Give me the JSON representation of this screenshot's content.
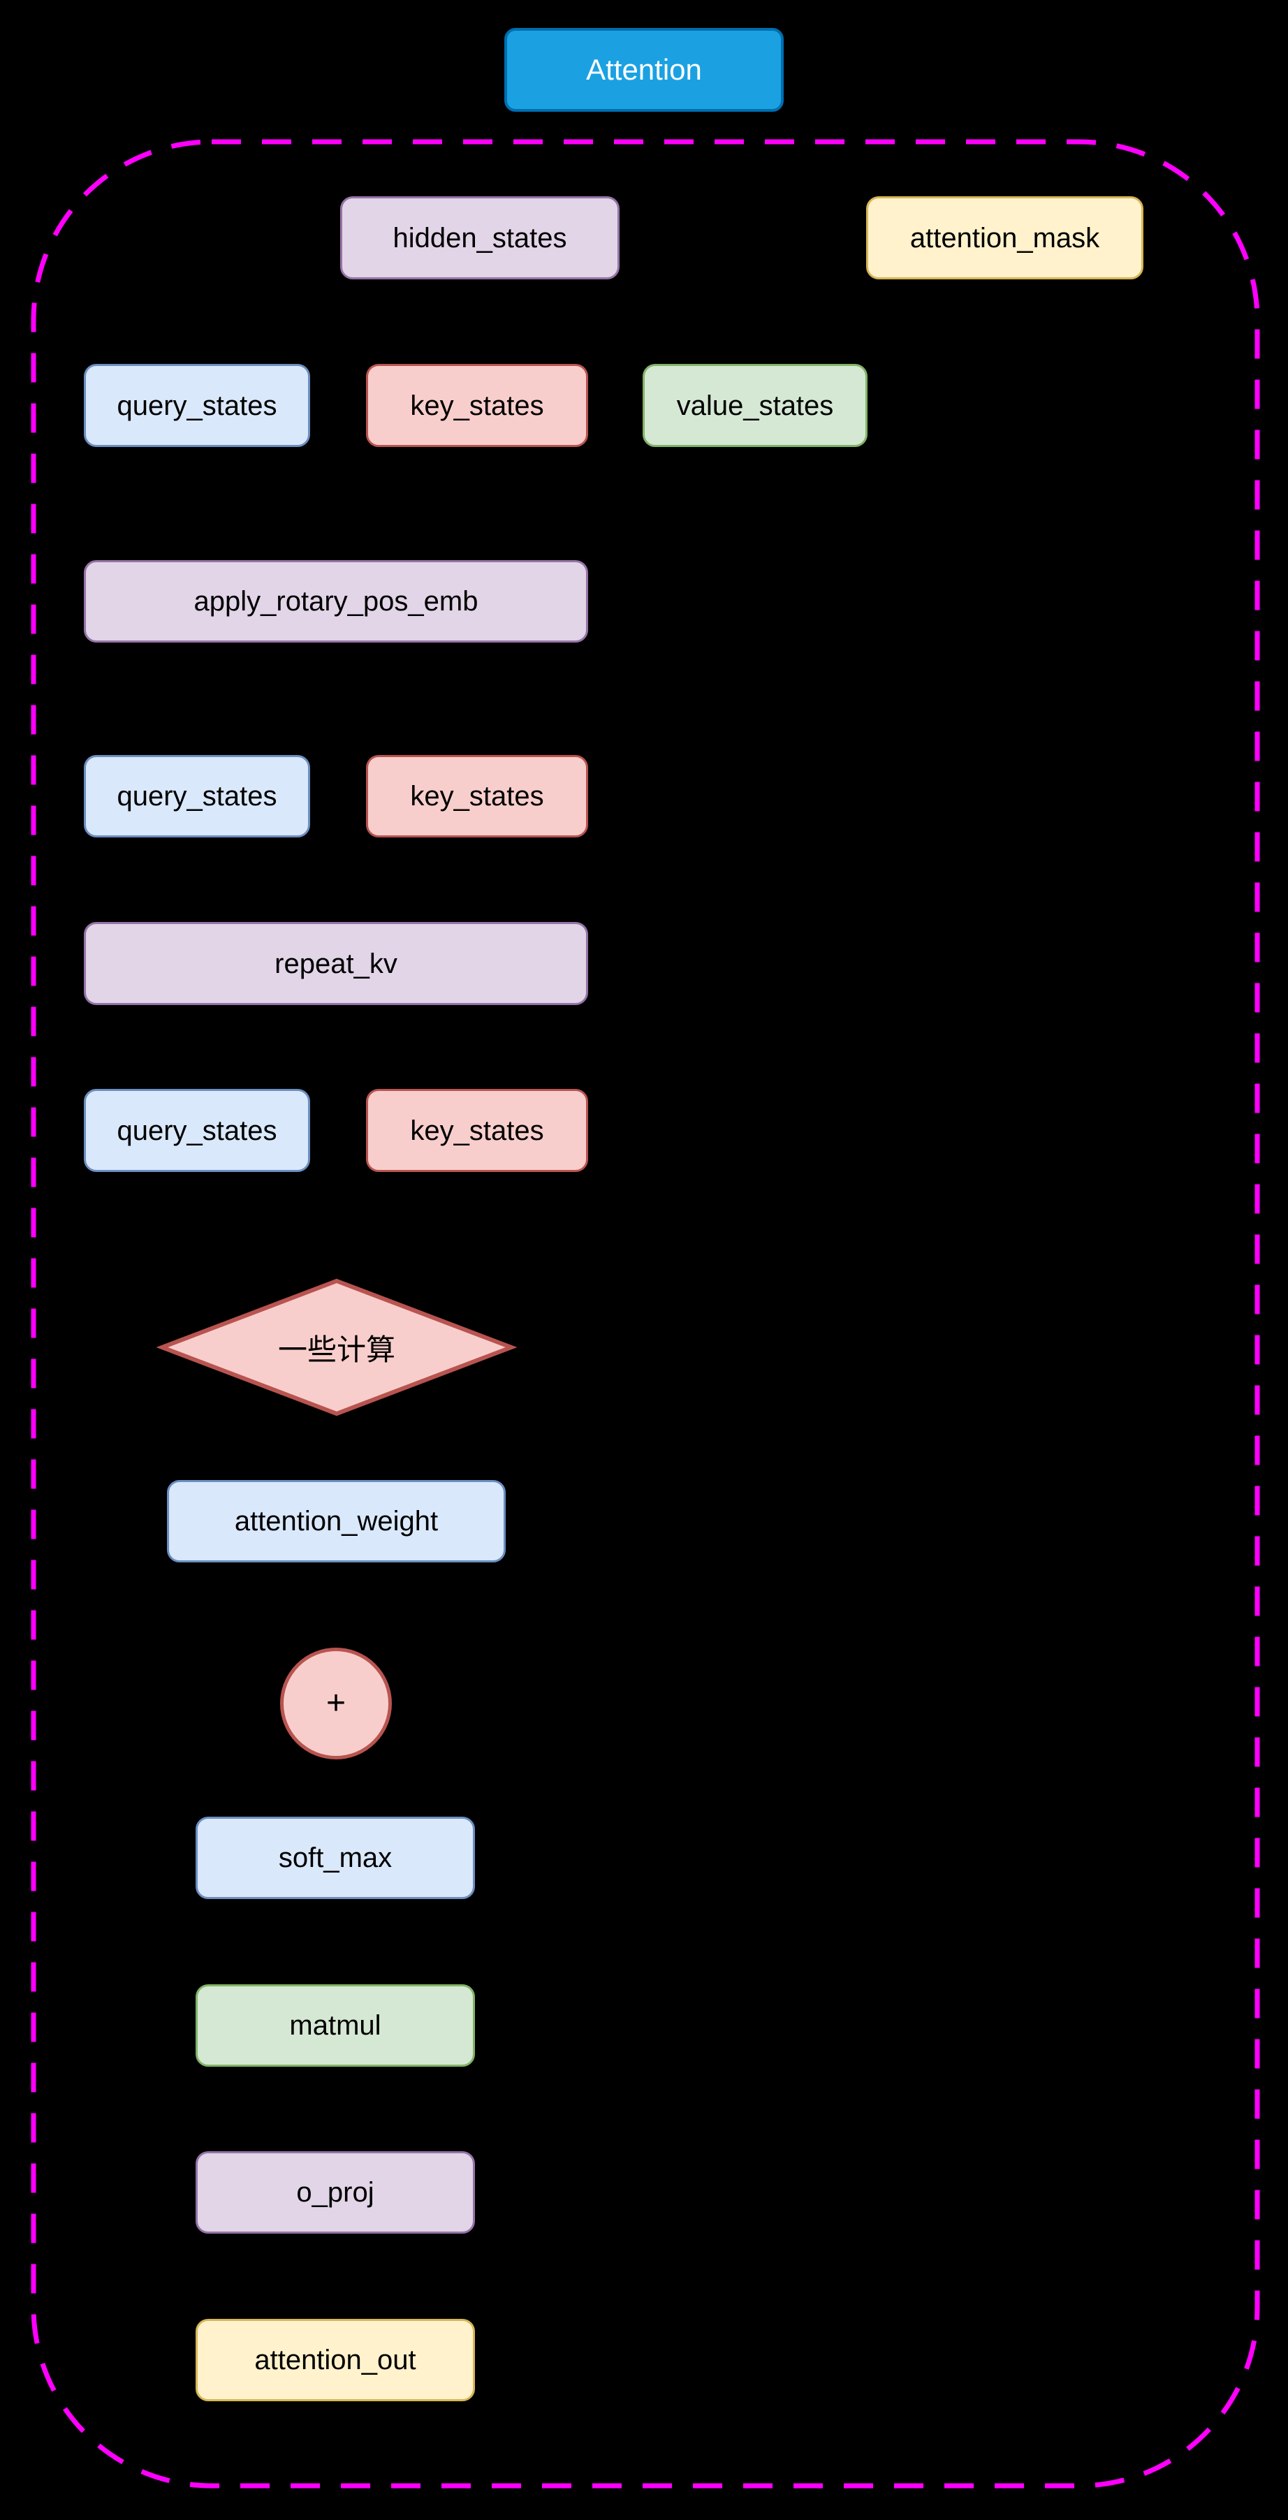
{
  "colors": {
    "background": "#000000",
    "node_text": "#000000",
    "title_text": "#ffffff",
    "title_fill": "#1ba1e2",
    "title_border": "#006eaf",
    "container_border": "#ff00ff",
    "blue_fill": "#dae8fc",
    "blue_border": "#6c8ebf",
    "red_fill": "#f8cecc",
    "red_border": "#b85450",
    "green_fill": "#d5e8d4",
    "green_border": "#82b366",
    "purple_fill": "#e1d5e7",
    "purple_border": "#9673a6",
    "yellow_fill": "#fff2cc",
    "yellow_border": "#d6b656"
  },
  "diagram": {
    "title": {
      "label": "Attention"
    },
    "nodes": {
      "hidden_states": {
        "label": "hidden_states"
      },
      "attention_mask": {
        "label": "attention_mask"
      },
      "query_states_1": {
        "label": "query_states"
      },
      "key_states_1": {
        "label": "key_states"
      },
      "value_states": {
        "label": "value_states"
      },
      "apply_rotary_pos_emb": {
        "label": "apply_rotary_pos_emb"
      },
      "query_states_2": {
        "label": "query_states"
      },
      "key_states_2": {
        "label": "key_states"
      },
      "repeat_kv": {
        "label": "repeat_kv"
      },
      "query_states_3": {
        "label": "query_states"
      },
      "key_states_3": {
        "label": "key_states"
      },
      "some_computation": {
        "label": "一些计算"
      },
      "attention_weight": {
        "label": "attention_weight"
      },
      "plus": {
        "label": "+"
      },
      "soft_max": {
        "label": "soft_max"
      },
      "matmul": {
        "label": "matmul"
      },
      "o_proj": {
        "label": "o_proj"
      },
      "attention_out": {
        "label": "attention_out"
      }
    }
  }
}
